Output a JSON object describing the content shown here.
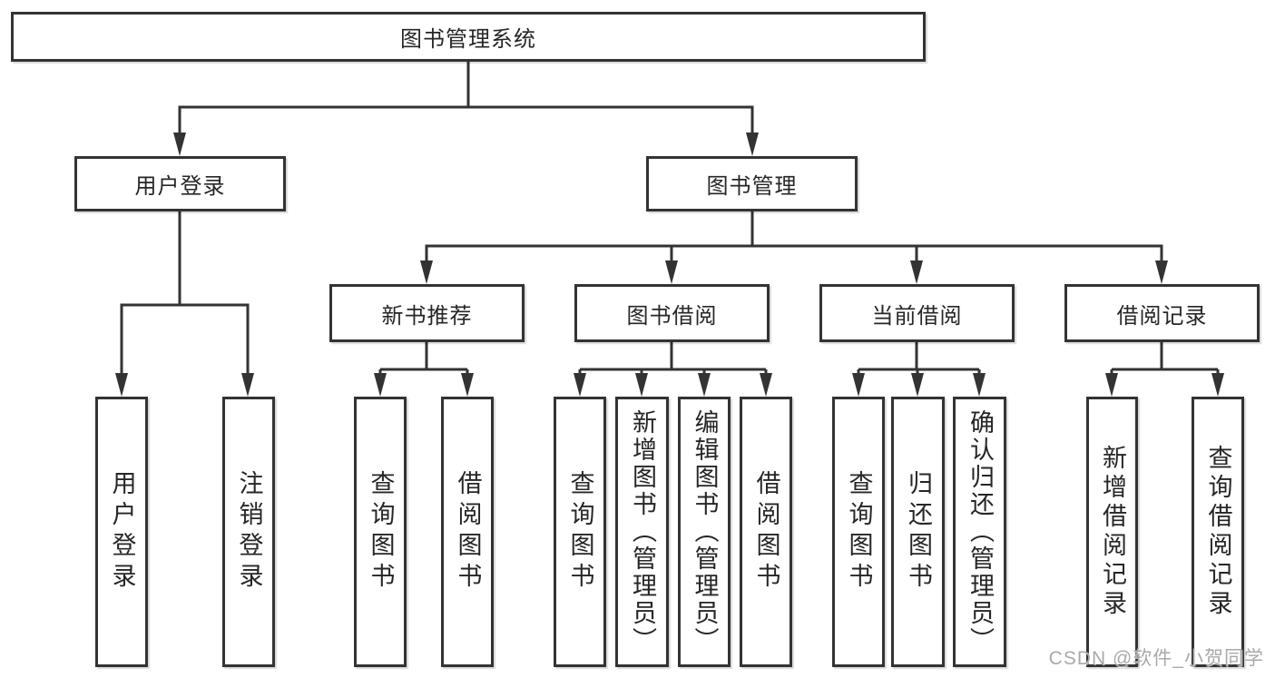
{
  "tree": {
    "label": "图书管理系统",
    "children": [
      {
        "label": "用户登录",
        "children": [
          {
            "label": "用户登录"
          },
          {
            "label": "注销登录"
          }
        ]
      },
      {
        "label": "图书管理",
        "children": [
          {
            "label": "新书推荐",
            "children": [
              {
                "label": "查询图书"
              },
              {
                "label": "借阅图书"
              }
            ]
          },
          {
            "label": "图书借阅",
            "children": [
              {
                "label": "查询图书"
              },
              {
                "label": "新增图书（管理员）"
              },
              {
                "label": "编辑图书（管理员）"
              },
              {
                "label": "借阅图书"
              }
            ]
          },
          {
            "label": "当前借阅",
            "children": [
              {
                "label": "查询图书"
              },
              {
                "label": "归还图书"
              },
              {
                "label": "确认归还（管理员）"
              }
            ]
          },
          {
            "label": "借阅记录",
            "children": [
              {
                "label": "新增借阅记录"
              },
              {
                "label": "查询借阅记录"
              }
            ]
          }
        ]
      }
    ]
  },
  "watermark": {
    "text": "CSDN @软件_小贺同学"
  },
  "colors": {
    "line": "#333333",
    "text": "#262626",
    "watermark": "#a9a9a9",
    "bg": "#ffffff"
  }
}
